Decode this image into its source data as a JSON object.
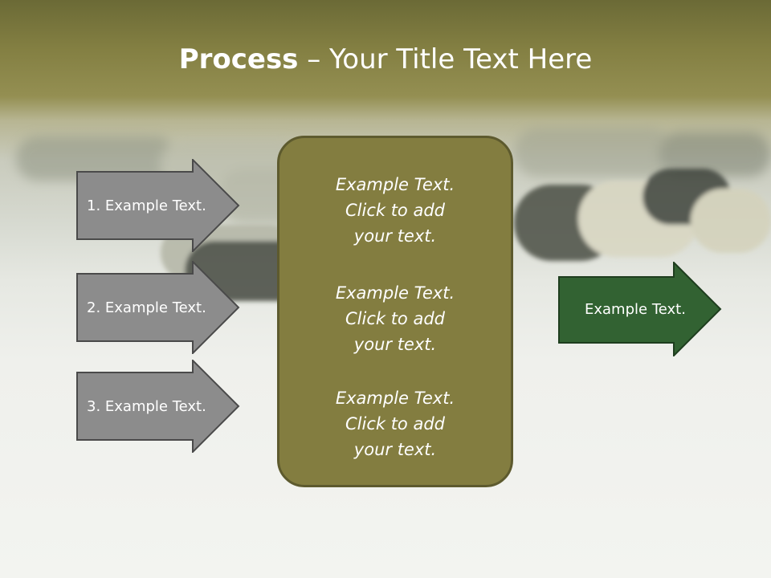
{
  "slide": {
    "title_bold": "Process",
    "title_rest": " – Your Title Text Here"
  },
  "left_arrows": [
    {
      "label": "1. Example Text."
    },
    {
      "label": "2. Example Text."
    },
    {
      "label": "3. Example Text."
    }
  ],
  "center_box": {
    "paragraphs": [
      {
        "line1": "Example Text.",
        "line2": "Click  to add",
        "line3": "your text."
      },
      {
        "line1": "Example Text.",
        "line2": "Click  to add",
        "line3": "your text."
      },
      {
        "line1": "Example Text.",
        "line2": "Click  to add",
        "line3": "your text."
      }
    ]
  },
  "right_arrow": {
    "label": "Example Text."
  },
  "colors": {
    "left_arrow_fill": "#8c8c8c",
    "left_arrow_border": "#4a4a4a",
    "center_box_fill": "#837d40",
    "right_arrow_fill": "#326232"
  }
}
